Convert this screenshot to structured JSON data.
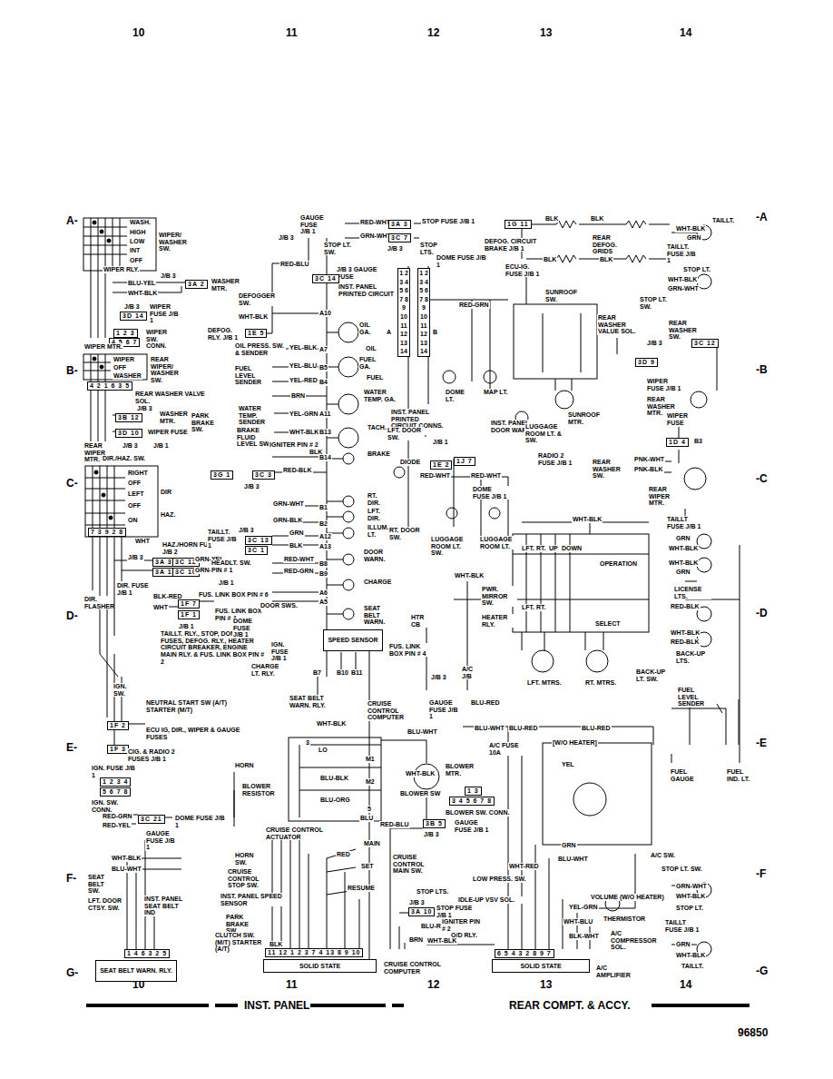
{
  "diagram": {
    "nodes": [
      {
        "text": [
          "SEAT BELT WARN. RLY."
        ]
      },
      {
        "text": [
          "SOLID STATE"
        ]
      },
      {
        "text": [
          "SOLID STATE"
        ]
      },
      {
        "text": [
          "SPEED SENSOR"
        ]
      }
    ],
    "edges": [
      {
        "from": 3,
        "to": 1,
        "arrow": "none"
      }
    ],
    "labels": [
      "10",
      "11",
      "12",
      "13",
      "14",
      "A-",
      "-A",
      "B-",
      "-B",
      "C-",
      "-C",
      "D-",
      "-D",
      "E-",
      "-E",
      "F-",
      "-F",
      "G-",
      "-G",
      "10",
      "11",
      "12",
      "13",
      "14",
      "INST. PANEL",
      "REAR COMPT. & ACCY.",
      "96850",
      "WASH.",
      "HIGH",
      "LOW",
      "INT",
      "OFF",
      "WIPER/ WASHER SW.",
      "WIPER RLY.",
      "J/B 3",
      "BLU-YEL",
      "3A 2",
      "WASHER MTR.",
      "WHT-BLK",
      "J/B 3",
      "3D 14",
      "WIPER FUSE J/B 1",
      "1 2 3",
      "4 5 6 7",
      "WIPER SW. CONN.",
      "WIPER MTR.",
      "WIPER",
      "OFF",
      "WASHER",
      "REAR WIPER/ WASHER SW.",
      "4 2 1 6 3 5",
      "REAR WASHER VALVE SOL.",
      "J/B 3",
      "3B 12",
      "WASHER MTR.",
      "3D 10",
      "WIPER FUSE",
      "REAR WIPER MTR.",
      "J/B 3",
      "J/B 1",
      "PARK BRAKE SW.",
      "DIR./HAZ. SW.",
      "RIGHT",
      "OFF",
      "LEFT",
      "OFF",
      "ON",
      "DIR",
      "HAZ.",
      "7 3 9 2 8",
      "WHT",
      "HAZ./HORN FUSE J/B 2",
      "J/B 3",
      "3A 3",
      "3C 12",
      "GRN-YEL",
      "3A 13",
      "3C 10",
      "GRN-BLK",
      "DIR. FUSE J/B 1",
      "DIR. FLASHER",
      "BLK-RED",
      "1F 7",
      "FUS. LINK BOX PIN # 6",
      "WHT",
      "1F 1",
      "FUS. LINK BOX PIN # 4",
      "J/B 1",
      "TAILLT. RLY., STOP, DOME, RTR. FUSES, DEFOG. RLY., HEATER CIRCUIT BREAKER, ENGINE MAIN RLY. & FUS. LINK BOX PIN # 2",
      "IGN. SW.",
      "NEUTRAL START SW (A/T) STARTER (M/T)",
      "1F 2",
      "ECU IG, DIR., WIPER & GAUGE FUSES",
      "1F 3",
      "CIG. & RADIO 2 FUSES J/B 1",
      "IGN. FUSE J/B 1",
      "1 2 3 4",
      "5 6 7 8",
      "IGN. SW. CONN.",
      "RED-GRN",
      "RED-YEL",
      "3C 21",
      "DOME FUSE J/B 1",
      "GAUGE FUSE J/B 1",
      "WHT-BLK",
      "BLU-WHT",
      "SEAT BELT SW.",
      "LFT. DOOR CTSY. SW.",
      "INST. PANEL SEAT BELT IND",
      "1 4 6 3 2 5",
      "GAUGE FUSE J/B 1",
      "J/B 3",
      "RED-BLU",
      "J/B 3 GAUGE FUSE",
      "3C 14",
      "INST. PANEL PRINTED CIRCUIT",
      "DEFOGGER SW.",
      "WHT-BLK",
      "A10",
      "DEFOG. RLY. J/B 1",
      "1E 5",
      "OIL PRESS. SW. & SENDER",
      "YEL-BLK",
      "A7",
      "FUEL LEVEL SENDER",
      "YEL-BLU",
      "B5",
      "YEL-RED",
      "B4",
      "OIL GA.",
      "OIL",
      "FUEL GA.",
      "FUEL",
      "WATER TEMP. GA.",
      "BRN",
      "WATER TEMP. SENDER",
      "YEL-GRN",
      "A11",
      "BRAKE FLUID LEVEL SW.",
      "WHT-BLK",
      "B13",
      "IGNITER PIN # 2",
      "BLK",
      "B14",
      "TACH.",
      "BRAKE",
      "3G 1",
      "3C 3",
      "RED-BLK",
      "J/B 3",
      "GRN-WHT",
      "B1",
      "RT. DIR.",
      "GRN-BLK",
      "B2",
      "LFT. DIR.",
      "TAILLT. FUSE J/B 1",
      "J/B 3",
      "3C 13",
      "3C 1",
      "GRN",
      "BLK",
      "A12",
      "A13",
      "ILLUM. LT.",
      "HEADLT. SW. PIN # 1",
      "RED-WHT",
      "B8",
      "RED-GRN",
      "B9",
      "DOOR WARN.",
      "J/B 1",
      "A6",
      "A5",
      "CHARGE",
      "DOOR SWS.",
      "SEAT BELT WARN.",
      "DOME FUSE J/B 1",
      "IGN. FUSE J/B 1",
      "CHARGE LT. RLY.",
      "B7",
      "B10",
      "B11",
      "SEAT BELT WARN. RLY.",
      "CRUISE CONTROL COMPUTER",
      "WHT-BLK",
      "3",
      "LO",
      "BLU-BLK",
      "M1",
      "BLU-ORG",
      "M2",
      "BLU",
      "5",
      "BLOWER RESISTOR",
      "BLU-WHT",
      "WHT-BLK",
      "BLOWER MTR.",
      "BLOWER SW",
      "1 3",
      "3 4 5 6 7 8",
      "BLOWER SW. CONN.",
      "HORN",
      "HORN SW.",
      "CRUISE CONTROL ACTUATOR",
      "RED-BLU",
      "3B 5",
      "J/B 3",
      "GAUGE FUSE J/B 1",
      "CRUISE CONTROL STOP SW.",
      "INST. PANEL SPEED SENSOR",
      "PARK BRAKE SW.",
      "CLUTCH SW. (M/T) STARTER (A/T)",
      "BLK",
      "RED",
      "MAIN",
      "SET",
      "RESUME",
      "CRUISE CONTROL MAIN SW.",
      "STOP LTS.",
      "J/B 3",
      "3A 10",
      "STOP FUSE J/B 1",
      "BLU-RED",
      "O/D RLY.",
      "BRN",
      "11 12 1 2 3 7 4 13 8 9 10",
      "CRUISE CONTROL COMPUTER",
      "RED-WHT",
      "3A 3",
      "STOP FUSE J/B 1",
      "GRN-WHT",
      "3C 7",
      "STOP LT. SW.",
      "J/B 3",
      "STOP LTS.",
      "DOME FUSE J/B 1",
      "1 2 3 4 5 6 7 8 9 10 11 12 13 14",
      "1 2 3 4 5 6 7 8 9 10 11 12 13 14",
      "A",
      "B",
      "RED-GRN",
      "DOME LT.",
      "MAP LT.",
      "INST. PANEL PRINTED CIRCUIT CONNS.",
      "INST. PANEL DOOR WARN. IND.",
      "LFT. DOOR SW.",
      "DIODE",
      "J/B 1",
      "1E 2",
      "1J 7",
      "RED-WHT",
      "RED-WHT",
      "DOME FUSE J/B 1",
      "RT. DOOR SW.",
      "LUGGAGE ROOM LT. SW.",
      "LUGGAGE ROOM LT.",
      "LUGGAGE ROOM LT. & SW.",
      "RADIO 2 FUSE J/B 1",
      "1G 11",
      "BLK",
      "BLK",
      "REAR DEFOG. GRIDS",
      "DEFOG. CIRCUIT BRAKE J/B 1",
      "BLK",
      "BLK",
      "ECU-IG. FUSE J/B 1",
      "SUNROOF SW.",
      "SUNROOF MTR.",
      "WHT-BLK",
      "LFT.",
      "RT.",
      "UP",
      "DOWN",
      "OPERATION",
      "LFT.",
      "RT.",
      "SELECT",
      "PWR. MIRROR SW.",
      "WHT-BLK",
      "HEATER RLY.",
      "HTR CB",
      "FUS. LINK BOX PIN # 4",
      "J/B 3",
      "A/C J/B",
      "GAUGE FUSE J/B 1",
      "BLU-RED",
      "LFT. MTRS.",
      "RT. MTRS.",
      "BLU-WHT",
      "BLU-RED",
      "BLU-RED",
      "A/C FUSE 10A",
      "[W/O HEATER]",
      "YEL",
      "GRN",
      "BLU-WHT",
      "WHT-RED",
      "LOW PRESS. SW.",
      "VOLUME (W/O HEATER)",
      "IDLE-UP VSV SOL.",
      "YEL-GRN",
      "THERMISTOR",
      "IGNITER PIN # 2",
      "WHT-BLU",
      "BLK-WHT",
      "A/C COMPRESSOR SOL.",
      "WHT-BLK",
      "6 5 4 3 2 8 9 7",
      "A/C AMPLIFIER",
      "A/C SW.",
      "TAILLT.",
      "WHT-BLK",
      "GRN",
      "TAILLT. FUSE J/B 1",
      "STOP LT.",
      "WHT-BLK",
      "GRN-WHT",
      "STOP LT. SW.",
      "REAR WASHER VALUE SOL.",
      "REAR WASHER SW.",
      "J/B 3",
      "3C 12",
      "3D 9",
      "WIPER FUSE J/B 1",
      "REAR WASHER MTR.",
      "WIPER FUSE",
      "1D 4",
      "B3",
      "REAR WASHER SW.",
      "PNK-WHT",
      "PNK-BLK",
      "REAR WIPER MTR.",
      "TAILLT FUSE J/B 1",
      "GRN",
      "WHT-BLK",
      "WHT-BLK",
      "GRN",
      "LICENSE LTS.",
      "RED-BLK",
      "WHT-BLK",
      "RED-BLK",
      "BACK-UP LTS.",
      "BACK-UP LT. SW.",
      "FUEL LEVEL SENDER",
      "FUEL GAUGE",
      "FUEL IND. LT.",
      "STOP LT. SW.",
      "GRN-WHT",
      "WHT-BLK",
      "STOP LT.",
      "TAILLT FUSE J/B 1",
      "GRN",
      "WHT-BLK",
      "TAILLT."
    ]
  }
}
